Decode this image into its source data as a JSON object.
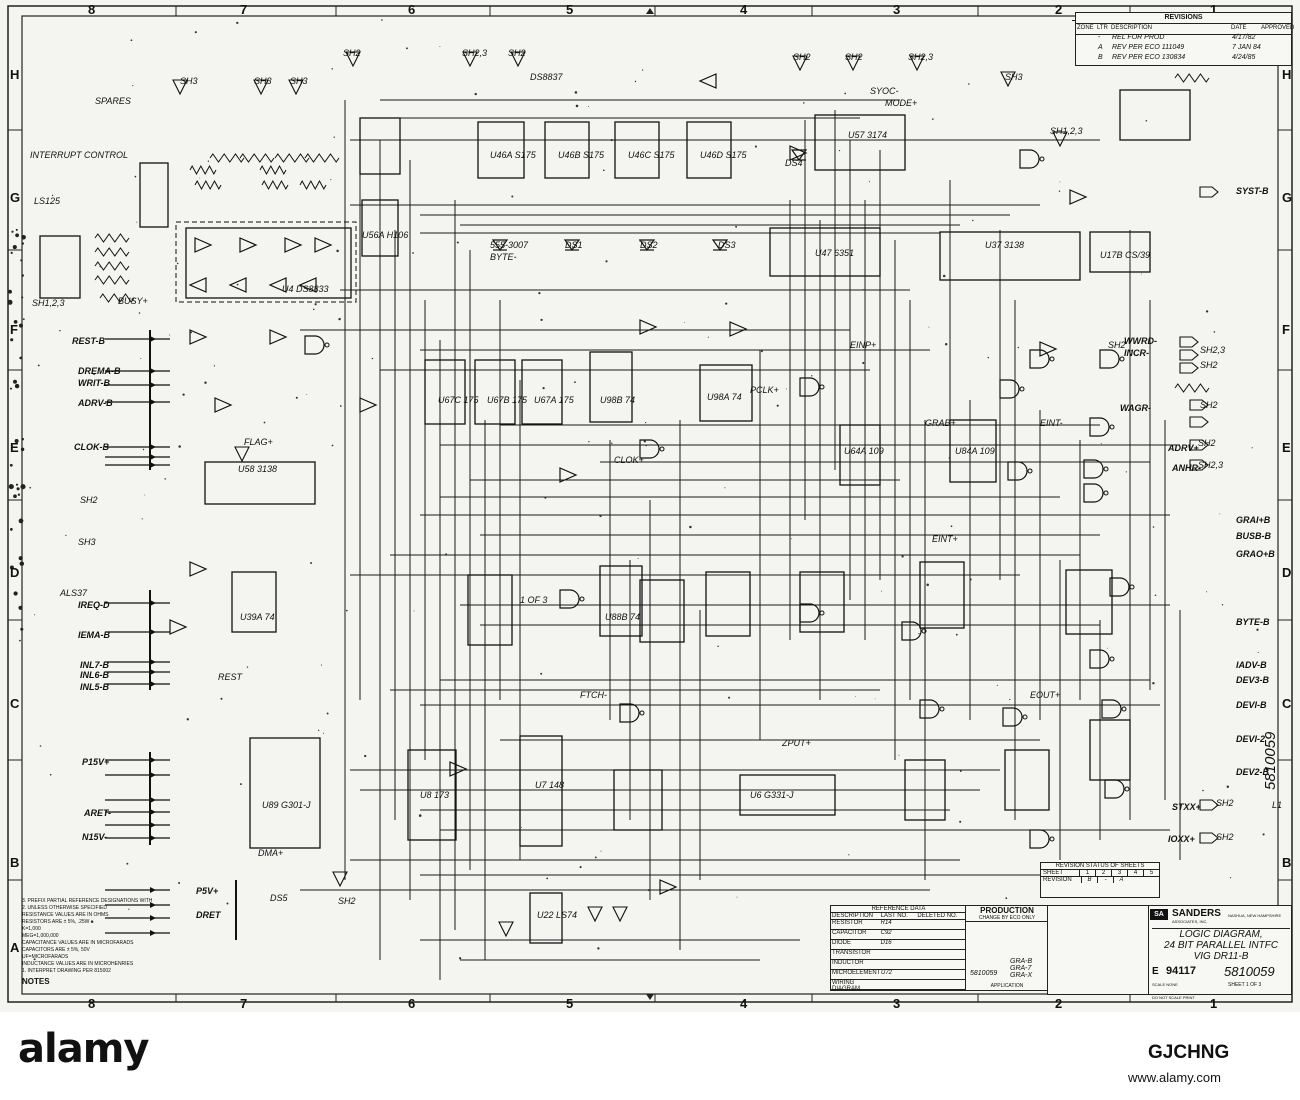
{
  "zones": {
    "top": [
      "8",
      "7",
      "6",
      "5",
      "4",
      "3",
      "2",
      "1"
    ],
    "side": [
      "H",
      "G",
      "F",
      "E",
      "D",
      "C",
      "B",
      "A"
    ]
  },
  "revisions": {
    "header": "REVISIONS",
    "cols": [
      "ZONE",
      "LTR",
      "DESCRIPTION",
      "DATE",
      "APPROVED"
    ],
    "rows": [
      [
        "",
        "-",
        "REL FOR PROD",
        "4/17/82",
        ""
      ],
      [
        "",
        "A",
        "REV PER ECO 111049",
        "7 JAN 84",
        ""
      ],
      [
        "",
        "B",
        "REV PER ECO 130834",
        "4/24/85",
        ""
      ]
    ]
  },
  "labels": {
    "sheet_refs": [
      "SH2",
      "SH2,3",
      "SH2",
      "SH2",
      "SH2",
      "SH2,3",
      "SH3",
      "SH3",
      "SH3",
      "SH3",
      "SH1,2,3",
      "SH1,2,3",
      "SH2",
      "SH2,3",
      "SH2",
      "SH2",
      "SH2",
      "SH2,3",
      "SH2",
      "SH3",
      "SH2",
      "SH2",
      "SH2"
    ],
    "signals_left": [
      "REST-B",
      "DREMA-B",
      "WRIT-B",
      "ADRV-B",
      "CLOK-B",
      "IREQ-D",
      "IEMA-B",
      "INL7-B",
      "INL6-B",
      "INL5-B",
      "P15V+",
      "ARET-",
      "N15V-",
      "P5V+",
      "DRET"
    ],
    "signals_right": [
      "SYST-B",
      "GRAI+B",
      "BUSB-B",
      "GRAO+B",
      "BYTE-B",
      "IADV-B",
      "DEV3-B",
      "DEVI-B",
      "DEVI-2",
      "DEV2-B",
      "STXX+",
      "IOXX+",
      "WWRD-",
      "INCR-",
      "WAGR-",
      "ADRV+",
      "ANHR-"
    ],
    "chips": [
      "U58 3138",
      "U47 6351",
      "U37 3138",
      "U57 3174",
      "U17B CS/39",
      "U46A S175",
      "U46B S175",
      "U46C S175",
      "U46D S175",
      "U67C 175",
      "U67B 175",
      "U67A 175",
      "U98B 74",
      "U98A 74",
      "U8 173",
      "U89 G301-J",
      "U7 148",
      "U6 G331-J",
      "U22 LS74",
      "U4 DS8833",
      "U39A 74",
      "U56A H106",
      "U88B 74",
      "U64A 109",
      "U84A 109"
    ],
    "misc": [
      "SPARES",
      "INTERRUPT CONTROL",
      "LS125",
      "ALS37",
      "DS8837",
      "SYOC-",
      "MODE+",
      "BUSY+",
      "REST",
      "FLAG+",
      "CLOK+",
      "PCLK+",
      "GRAB+",
      "EINT+",
      "EINP+",
      "EINT-",
      "FTCH-",
      "ZPUT+",
      "EOUT+",
      "DMA+",
      "BYTE-",
      "555-3007",
      "DS1",
      "DS2",
      "DS3",
      "DS4",
      "DS5",
      "L1",
      "5810059",
      "SHEET",
      "1 OF 3"
    ]
  },
  "notes": {
    "title": "NOTES",
    "items": [
      "3. PREFIX PARTIAL REFERENCE DESIGNATIONS WITH",
      "2. UNLESS OTHERWISE SPECIFIED",
      "RESISTANCE VALUES ARE IN OHMS",
      "RESISTORS ARE ± 5%, .25W",
      "K=1,000",
      "MEG=1,000,000",
      "CAPACITANCE VALUES ARE IN MICROFARADS",
      "CAPACITORS ARE ± 5%, 50V",
      "UF=MICROFARADS",
      "INDUCTANCE VALUES ARE IN MICROHENRIES",
      "1. INTERPRET DRAWING PER 815002"
    ]
  },
  "ref_data": {
    "title": "REFERENCE DATA",
    "cols": [
      "DESCRIPTION",
      "LAST NO.",
      "DELETED NO."
    ],
    "rows": [
      [
        "RESISTOR",
        "R14",
        ""
      ],
      [
        "CAPACITOR",
        "C92",
        ""
      ],
      [
        "DIODE",
        "D16",
        ""
      ],
      [
        "TRANSISTOR",
        "",
        ""
      ],
      [
        "INDUCTOR",
        "",
        ""
      ],
      [
        "MICROELEMENT",
        "U72",
        ""
      ],
      [
        "WIRING DIAGRAM",
        "",
        ""
      ]
    ]
  },
  "production": {
    "title": "PRODUCTION",
    "sub": "CHANGE BY ECO ONLY",
    "app": "APPLICATION",
    "next_assy": "5810059",
    "used_on": [
      "GRA-B",
      "GRA-7",
      "GRA-X"
    ]
  },
  "title_block": {
    "company": "SANDERS",
    "company_sub": "ASSOCIATES, INC.",
    "location": "NASHUA, NEW HAMPSHIRE",
    "title_lines": [
      "LOGIC DIAGRAM,",
      "24 BIT PARALLEL INTFC",
      "VIG DR11-B"
    ],
    "size": "E",
    "code": "94117",
    "dwg_no": "5810059",
    "sheet": "SHEET 1 OF 3",
    "scale": "SCALE NONE",
    "note": "DO NOT SCALE PRINT"
  },
  "revision_status": {
    "title": "REVISION STATUS OF SHEETS",
    "sheet_label": "SHEET",
    "sheets": [
      "1",
      "2",
      "3",
      "4",
      "5"
    ],
    "rev_label": "REVISION",
    "revs": [
      "B",
      "-",
      "A"
    ]
  },
  "footer": {
    "logo": "alamy",
    "code": "GJCHNG",
    "url": "www.alamy.com"
  }
}
